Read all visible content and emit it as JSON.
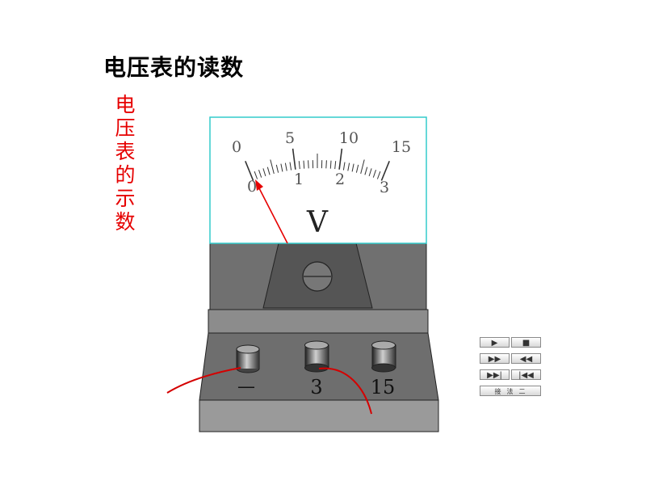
{
  "title": "电压表的读数",
  "side_label_chars": [
    "电",
    "压",
    "表",
    "的",
    "示",
    "数"
  ],
  "meter": {
    "upper_scale": [
      "0",
      "5",
      "10",
      "15"
    ],
    "lower_scale": [
      "0",
      "1",
      "2",
      "3"
    ],
    "unit": "V"
  },
  "terminals": {
    "negative": "—",
    "mid": "3",
    "high": "15"
  },
  "controls": {
    "play": "▶",
    "stop": "■",
    "forward": "▶▶",
    "rewind": "◀◀",
    "next": "▶▶|",
    "prev": "|◀◀",
    "method": "接法二"
  },
  "colors": {
    "accent_red": "#e60000",
    "meter_border": "#33cccc",
    "body_gray": "#999999"
  }
}
